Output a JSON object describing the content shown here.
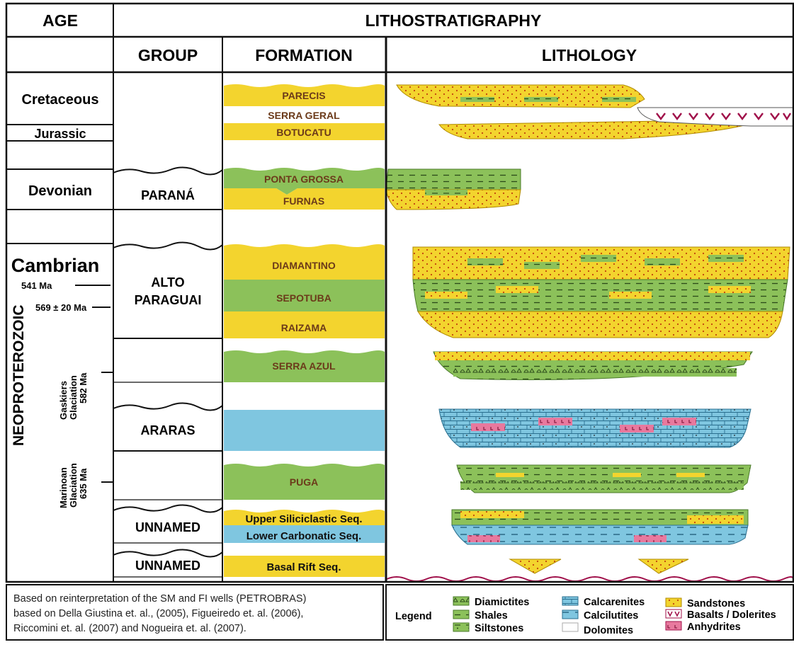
{
  "headers": {
    "age": "AGE",
    "lithostratigraphy": "LITHOSTRATIGRAPHY",
    "group": "GROUP",
    "formation": "FORMATION",
    "lithology": "LITHOLOGY"
  },
  "ages": {
    "cretaceous": "Cretaceous",
    "jurassic": "Jurassic",
    "devonian": "Devonian",
    "cambrian": "Cambrian",
    "age_541": "541 Ma",
    "age_569": "569 ± 20 Ma",
    "neoproterozoic": "NEOPROTEROZOIC",
    "gaskiers_1": "Gaskiers",
    "gaskiers_2": "Glaciation",
    "gaskiers_3": "582 Ma",
    "marinoan_1": "Marinoan",
    "marinoan_2": "Glaciation",
    "marinoan_3": "635 Ma"
  },
  "groups": {
    "parana": "PARANÁ",
    "alto_1": "ALTO",
    "alto_2": "PARAGUAI",
    "araras": "ARARAS",
    "unnamed_1": "UNNAMED",
    "unnamed_2": "UNNAMED"
  },
  "formations": {
    "parecis": "PARECIS",
    "serra_geral": "SERRA GERAL",
    "botucatu": "BOTUCATU",
    "ponta_grossa": "PONTA GROSSA",
    "furnas": "FURNAS",
    "diamantino": "DIAMANTINO",
    "sepotuba": "SEPOTUBA",
    "raizama": "RAIZAMA",
    "serra_azul": "SERRA AZUL",
    "puga": "PUGA",
    "upper_sil": "Upper Siliciclastic Seq.",
    "lower_carb": "Lower Carbonatic Seq.",
    "basal_rift": "Basal Rift Seq."
  },
  "note": {
    "line1": "Based on reinterpretation of the SM and FI wells (PETROBRAS)",
    "line2": "based on Della Giustina et. al., (2005), Figueiredo et. al. (2006),",
    "line3": "Riccomini et. al. (2007) and Nogueira et. al. (2007)."
  },
  "legend": {
    "title": "Legend",
    "diamictites": "Diamictites",
    "shales": "Shales",
    "siltstones": "Siltstones",
    "calcarenites": "Calcarenites",
    "calcilutites": "Calcilutites",
    "dolomites": "Dolomites",
    "sandstones": "Sandstones",
    "basalts": "Basalts / Dolerites",
    "anhydrites": "Anhydrites"
  },
  "colors": {
    "sand": "#f3d42e",
    "green": "#8cc15a",
    "blue": "#7fc6e0",
    "pink": "#e85a8a",
    "dot": "#c2410c"
  }
}
